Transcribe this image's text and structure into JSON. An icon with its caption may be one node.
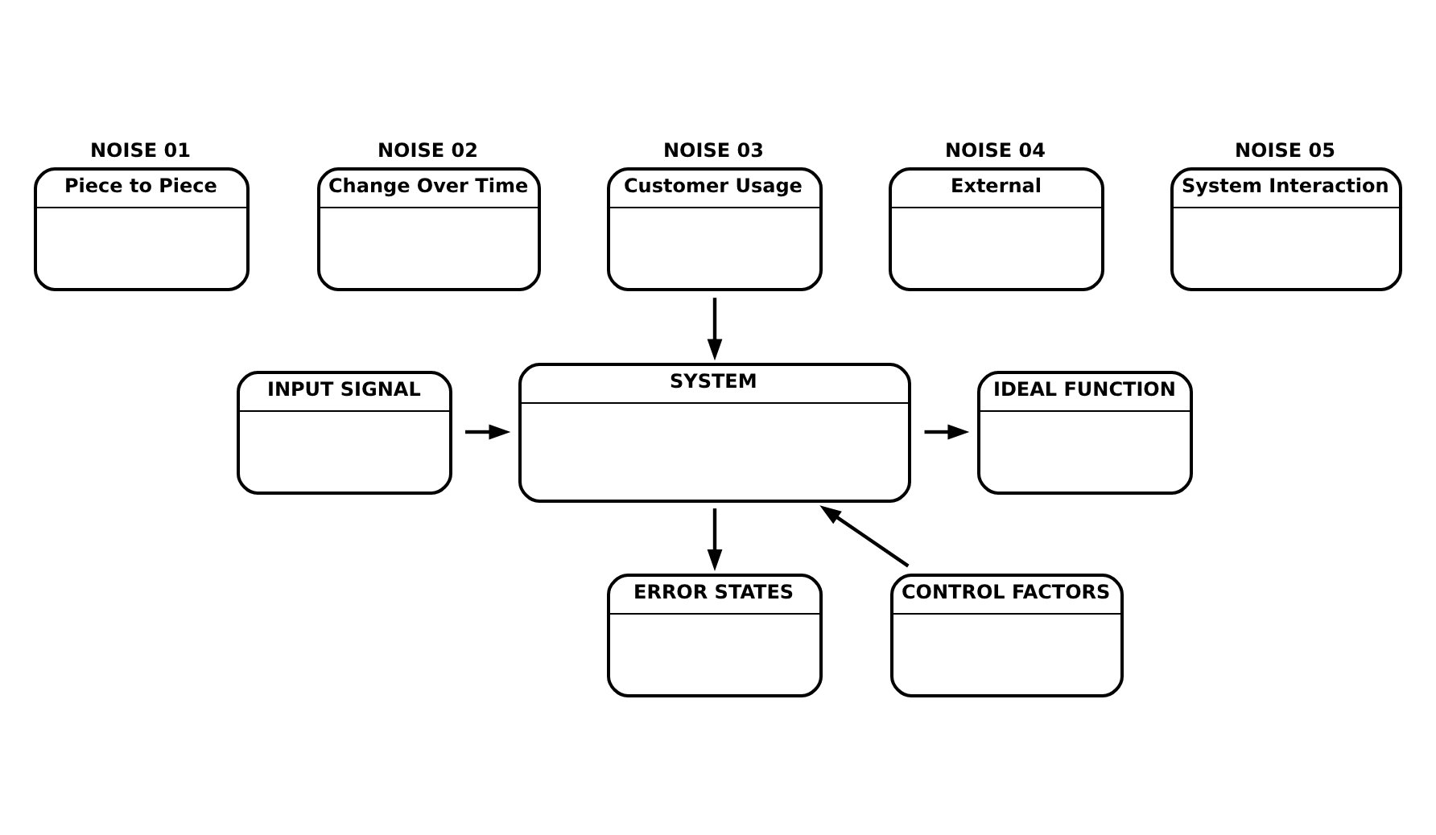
{
  "diagram": {
    "nodes": [
      {
        "text": [
          "NOISE 01",
          "Piece to Piece"
        ]
      },
      {
        "text": [
          "NOISE 02",
          "Change Over Time"
        ]
      },
      {
        "text": [
          "NOISE 03",
          "Customer Usage"
        ]
      },
      {
        "text": [
          "NOISE 04",
          "External"
        ]
      },
      {
        "text": [
          "NOISE 05",
          "System Interaction"
        ]
      },
      {
        "text": [
          "INPUT SIGNAL"
        ]
      },
      {
        "text": [
          "SYSTEM"
        ]
      },
      {
        "text": [
          "IDEAL FUNCTION"
        ]
      },
      {
        "text": [
          "CONTROL FACTORS"
        ]
      },
      {
        "text": [
          "ERROR STATES"
        ]
      }
    ],
    "edges": [
      {
        "from": 2,
        "to": 6,
        "arrow": "to"
      },
      {
        "from": 5,
        "to": 6,
        "arrow": "to"
      },
      {
        "from": 6,
        "to": 7,
        "arrow": "to"
      },
      {
        "from": 8,
        "to": 6,
        "arrow": "to"
      },
      {
        "from": 6,
        "to": 9,
        "arrow": "to"
      }
    ]
  }
}
